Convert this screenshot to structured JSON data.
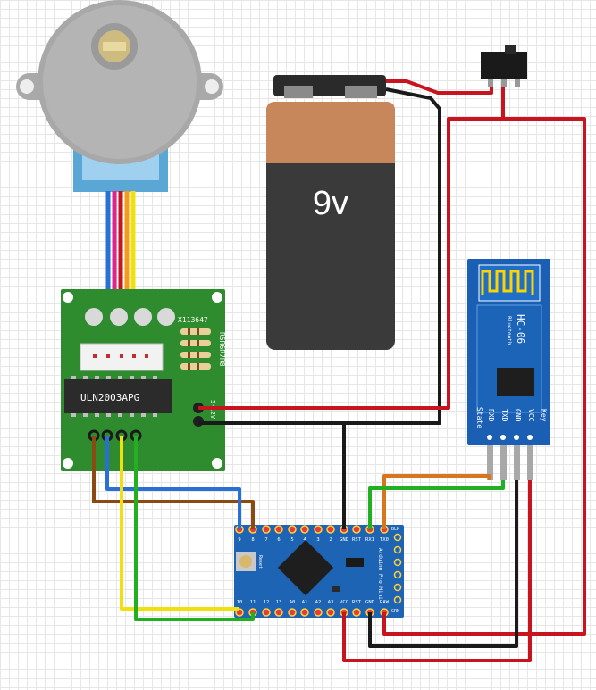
{
  "battery": {
    "label": "9v"
  },
  "driver": {
    "chip": "ULN2003APG",
    "code": "X113647",
    "resistors": "R5R6R7R8",
    "power_label": "5-12V"
  },
  "bluetooth": {
    "model": "HC-06",
    "brand": "Bluetooth",
    "pins": [
      "State",
      "RXD",
      "TXD",
      "GND",
      "VCC",
      "Key"
    ]
  },
  "arduino": {
    "top_pins": [
      "9",
      "8",
      "7",
      "6",
      "5",
      "4",
      "3",
      "2",
      "GND",
      "RST",
      "RX1",
      "TX0"
    ],
    "bottom_pins": [
      "10",
      "11",
      "12",
      "13",
      "A0",
      "A1",
      "A2",
      "A3",
      "VCC",
      "RST",
      "GND",
      "RAW"
    ],
    "right_pins": [
      "BLK",
      "GRN"
    ],
    "title": "Arduino Pro Mini",
    "reset_label": "Reset"
  },
  "colors": {
    "red_wire": "#c8141e",
    "black_wire": "#1a1a1a",
    "blue_wire": "#2a6fd6",
    "brown_wire": "#8b4a12",
    "yellow_wire": "#f0e010",
    "green_wire": "#22b022",
    "orange_wire": "#d8761e",
    "pcb_green": "#2e8b2e",
    "pcb_blue": "#1a5fb4"
  }
}
